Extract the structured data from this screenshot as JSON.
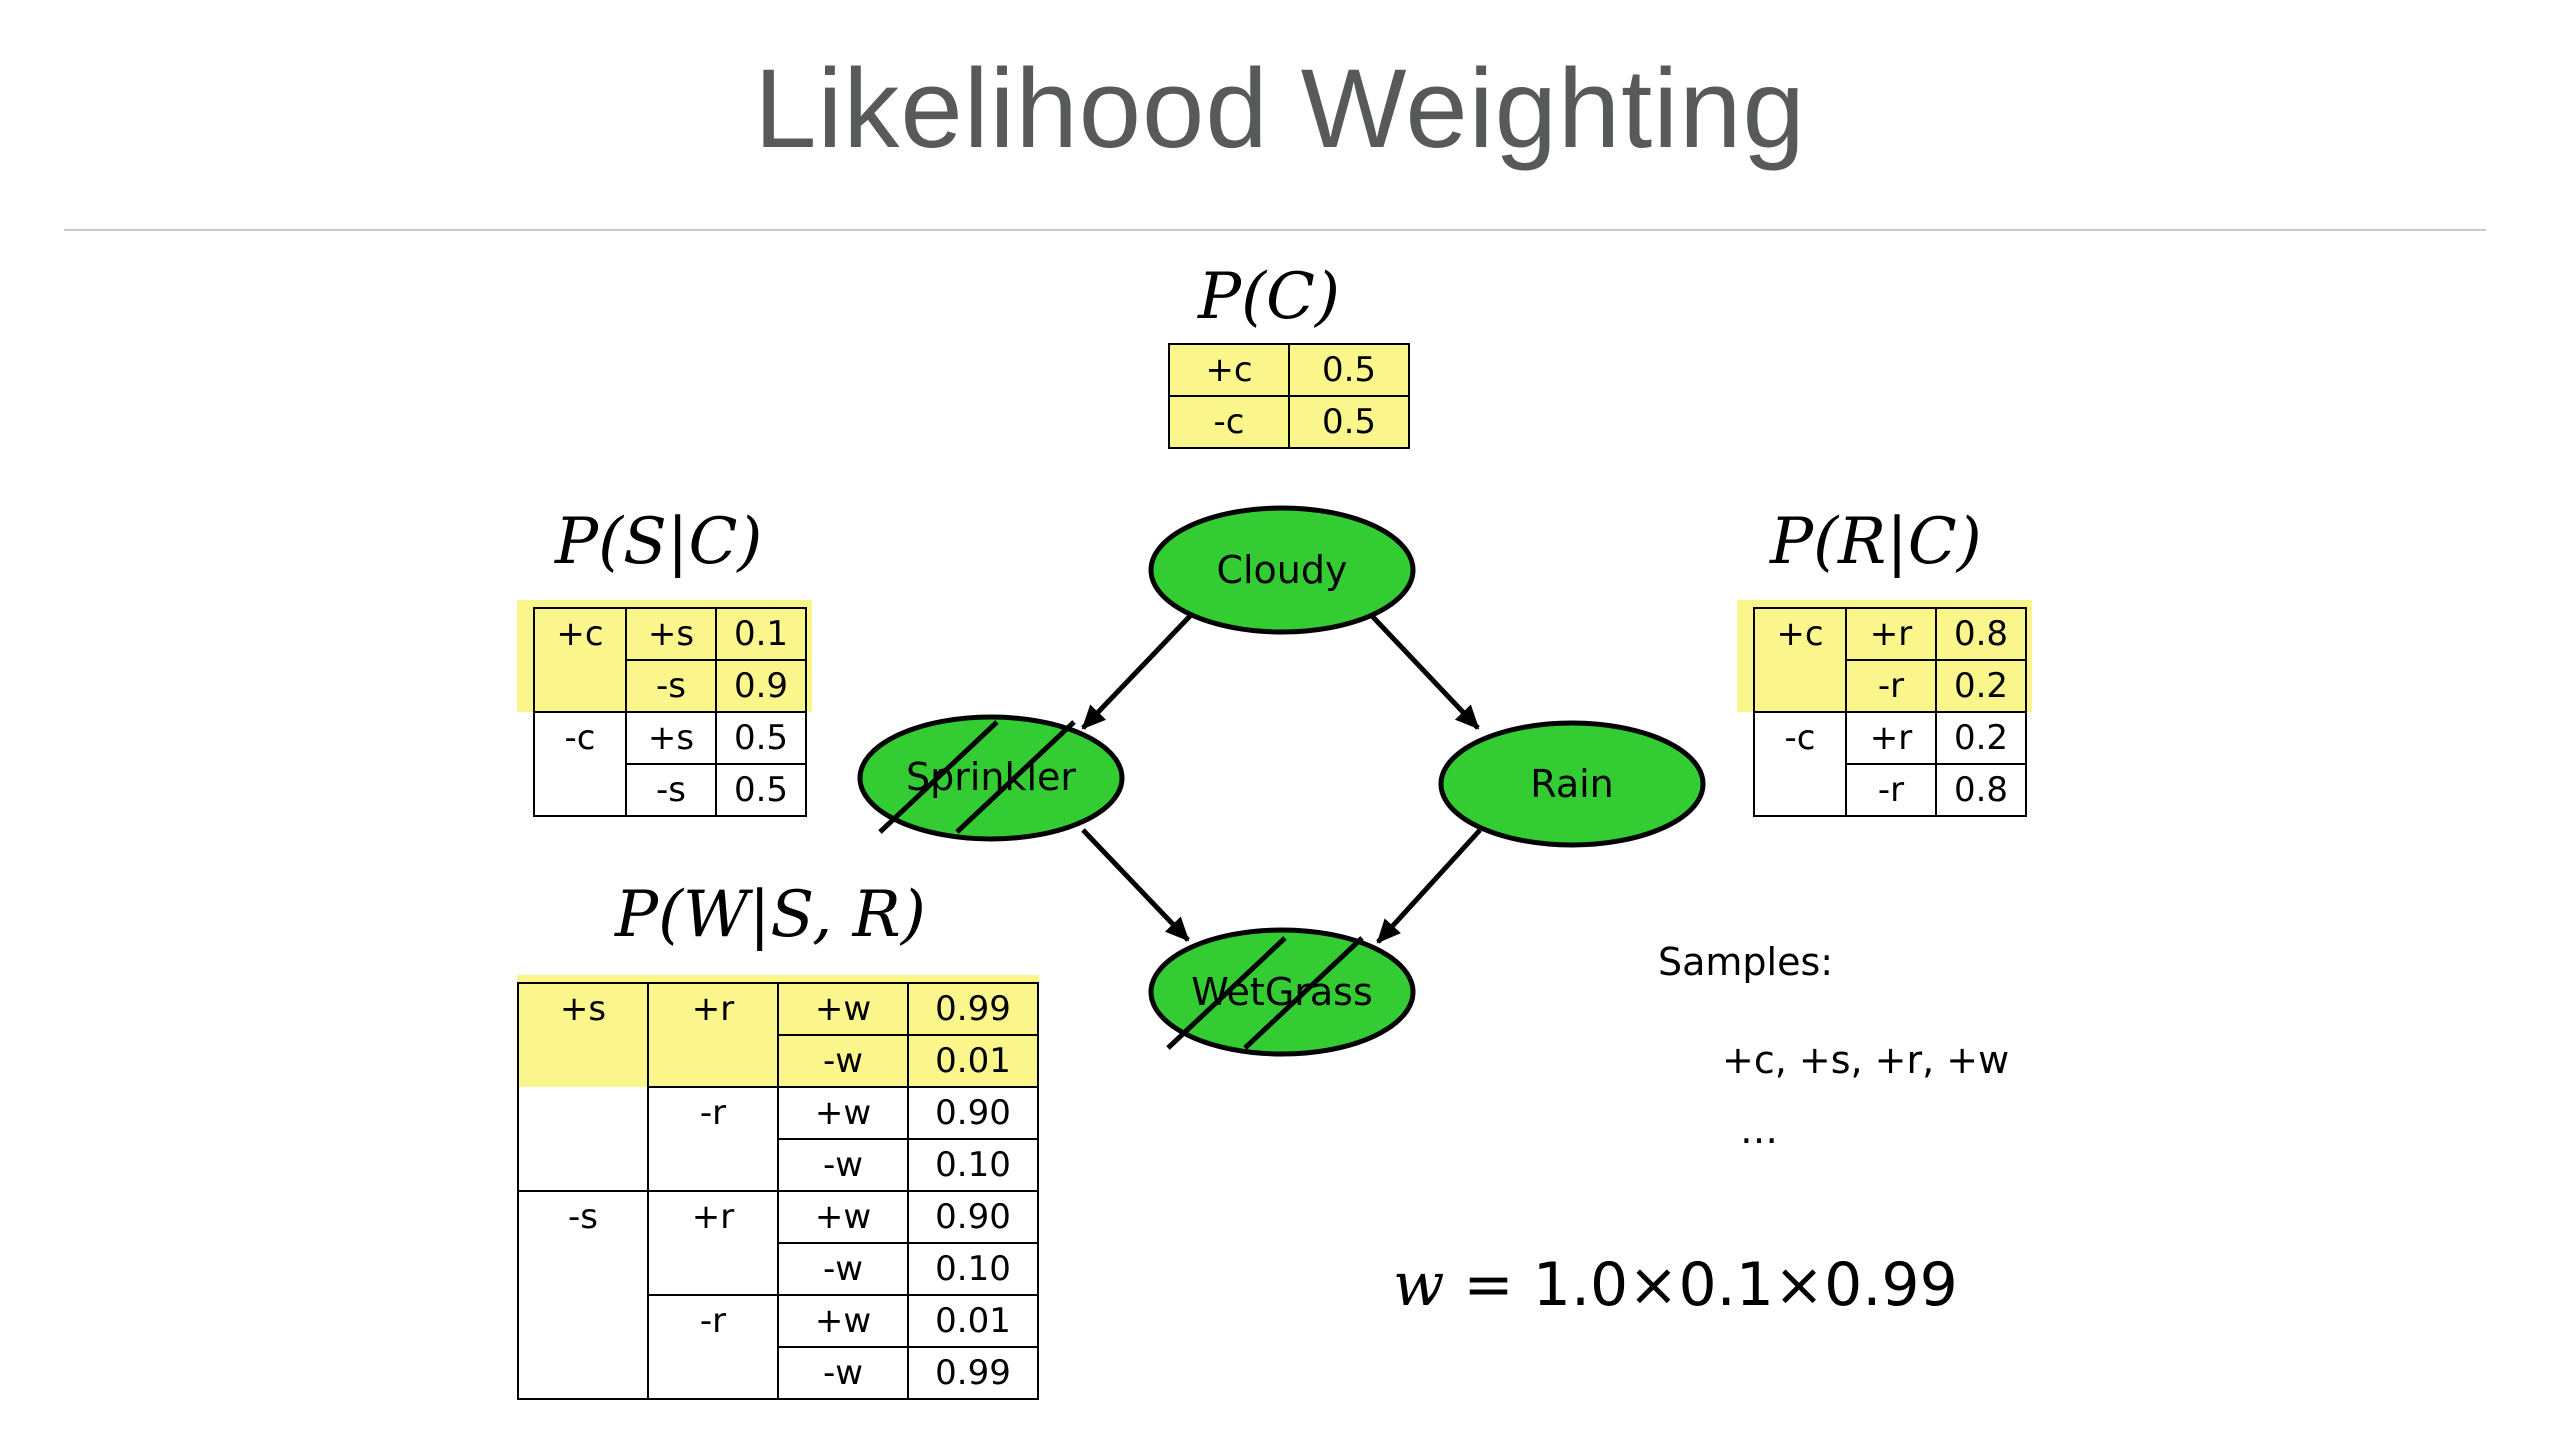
{
  "title": "Likelihood Weighting",
  "colors": {
    "node_fill": "#33cc33",
    "highlight": "#fbf68c",
    "title": "#58595b"
  },
  "nodes": {
    "cloudy": "Cloudy",
    "sprinkler": "Sprinkler",
    "rain": "Rain",
    "wetgrass": "WetGrass"
  },
  "cpt_c": {
    "label": "P(C)",
    "rows": [
      [
        "+c",
        "0.5"
      ],
      [
        "-c",
        "0.5"
      ]
    ]
  },
  "cpt_sc": {
    "label": "P(S|C)",
    "rows": [
      [
        "+c",
        "+s",
        "0.1"
      ],
      [
        "",
        "-s",
        "0.9"
      ],
      [
        "-c",
        "+s",
        "0.5"
      ],
      [
        "",
        "-s",
        "0.5"
      ]
    ]
  },
  "cpt_rc": {
    "label": "P(R|C)",
    "rows": [
      [
        "+c",
        "+r",
        "0.8"
      ],
      [
        "",
        "-r",
        "0.2"
      ],
      [
        "-c",
        "+r",
        "0.2"
      ],
      [
        "",
        "-r",
        "0.8"
      ]
    ]
  },
  "cpt_wsr": {
    "label": "P(W|S, R)",
    "rows": [
      [
        "+s",
        "+r",
        "+w",
        "0.99"
      ],
      [
        "",
        "",
        "-w",
        "0.01"
      ],
      [
        "",
        "-r",
        "+w",
        "0.90"
      ],
      [
        "",
        "",
        "-w",
        "0.10"
      ],
      [
        "-s",
        "+r",
        "+w",
        "0.90"
      ],
      [
        "",
        "",
        "-w",
        "0.10"
      ],
      [
        "",
        "-r",
        "+w",
        "0.01"
      ],
      [
        "",
        "",
        "-w",
        "0.99"
      ]
    ]
  },
  "samples": {
    "heading": "Samples:",
    "sample1": "+c, +s, +r, +w",
    "ellipsis": "…"
  },
  "weight": {
    "var": "w",
    "eq": " = ",
    "expr": "1.0×0.1×0.99"
  }
}
